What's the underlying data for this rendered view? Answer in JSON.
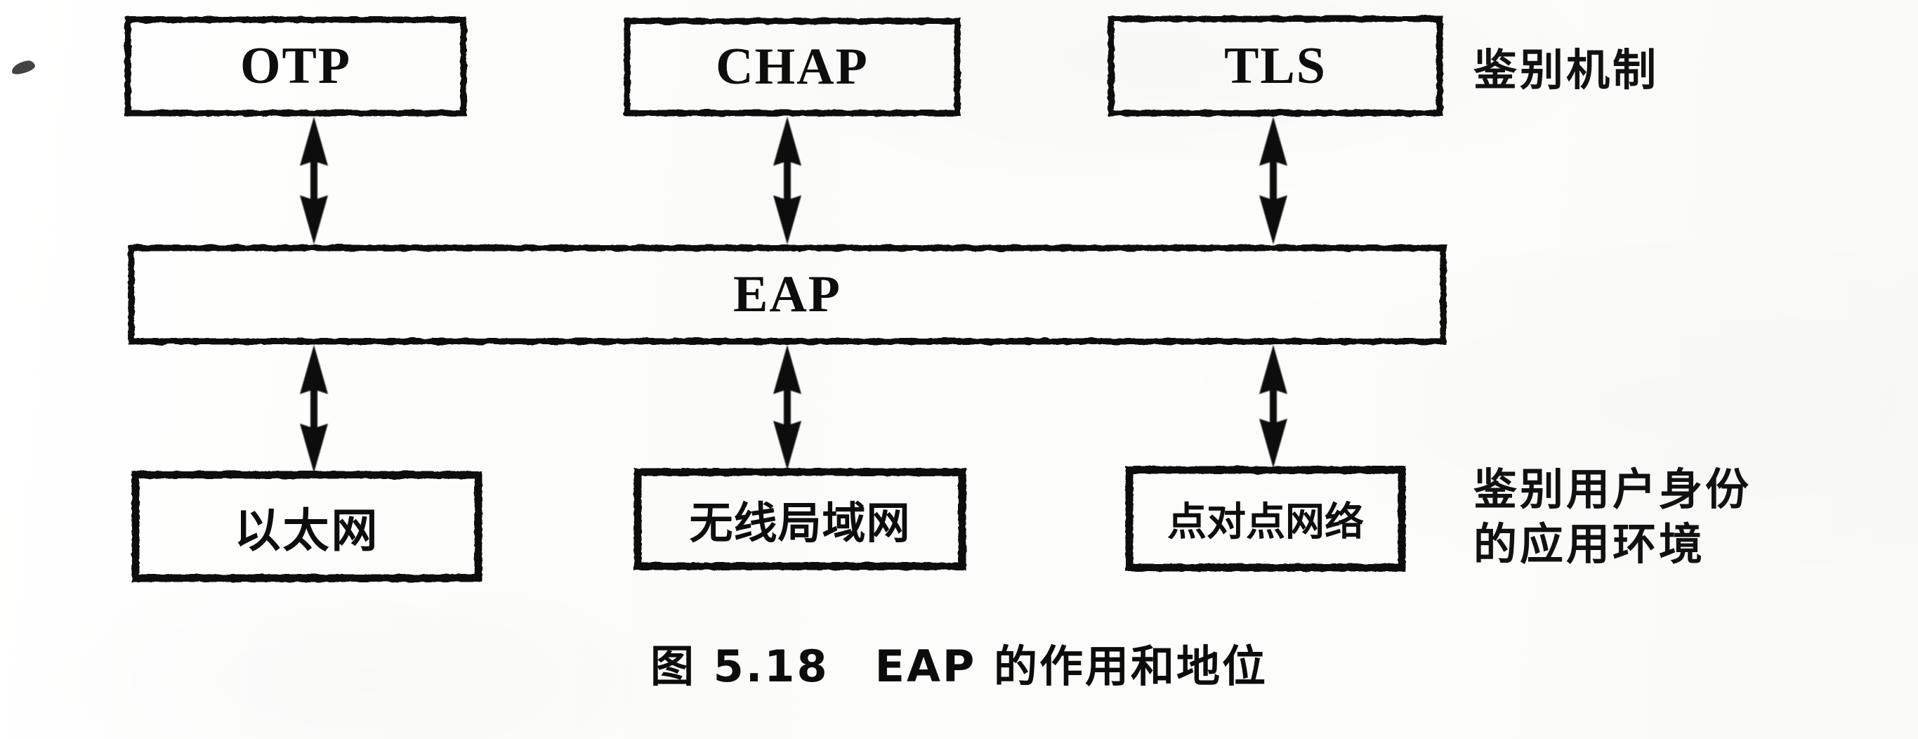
{
  "figure": {
    "caption_label": "图 5.18",
    "caption_title": "EAP 的作用和地位",
    "caption_full": "图 5.18　EAP 的作用和地位"
  },
  "top_row": {
    "side_label": "鉴别机制",
    "boxes": [
      {
        "label": "OTP",
        "script": "latin"
      },
      {
        "label": "CHAP",
        "script": "latin"
      },
      {
        "label": "TLS",
        "script": "latin"
      }
    ]
  },
  "middle_row": {
    "box": {
      "label": "EAP",
      "script": "latin"
    }
  },
  "bottom_row": {
    "side_label_line1": "鉴别用户身份",
    "side_label_line2": "的应用环境",
    "boxes": [
      {
        "label": "以太网",
        "script": "cjk"
      },
      {
        "label": "无线局域网",
        "script": "cjk"
      },
      {
        "label": "点对点网络",
        "script": "cjk"
      }
    ]
  },
  "connectors": {
    "kind": "double-headed-arrow",
    "count": 6,
    "description": "双向箭头"
  },
  "colors": {
    "ink": "#0d0d0d",
    "paper": "#fdfdfc"
  }
}
